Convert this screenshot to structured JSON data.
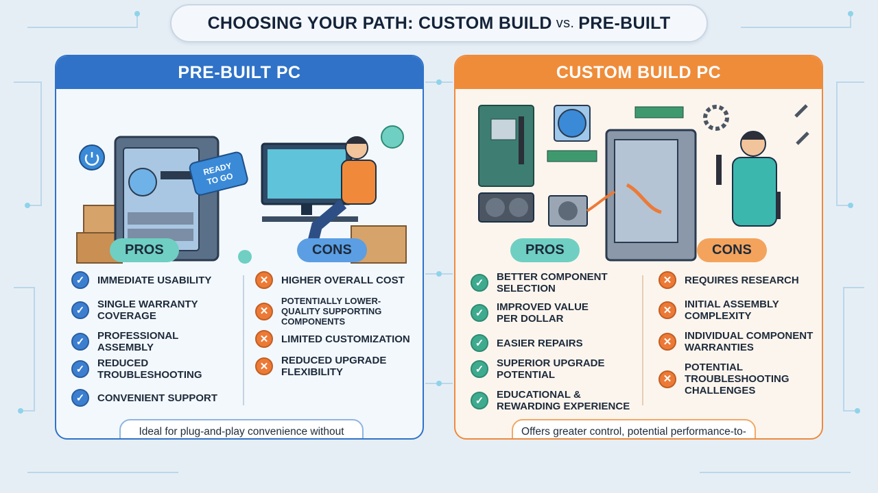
{
  "title": {
    "main": "CHOOSING YOUR PATH: CUSTOM BUILD",
    "vs": "vs.",
    "tail": "PRE-BUILT"
  },
  "colors": {
    "prebuilt_accent": "#2f72c8",
    "custom_accent": "#ef8c3a",
    "pros_tag": "#6fcfc2",
    "check": "#3c7fd0",
    "cross": "#ec7a36"
  },
  "prebuilt": {
    "header": "PRE-BUILT PC",
    "badge": "READY TO GO",
    "pros_label": "PROS",
    "cons_label": "CONS",
    "pros": [
      "IMMEDIATE USABILITY",
      "SINGLE WARRANTY COVERAGE",
      "PROFESSIONAL ASSEMBLY",
      "REDUCED TROUBLESHOOTING",
      "CONVENIENT SUPPORT"
    ],
    "cons": [
      "HIGHER OVERALL COST",
      "POTENTIALLY LOWER-QUALITY SUPPORTING COMPONENTS",
      "LIMITED CUSTOMIZATION",
      "REDUCED UPGRADE FLEXIBILITY"
    ],
    "summary": "Ideal for plug-and-play convenience without technical involvement."
  },
  "custom": {
    "header": "CUSTOM BUILD PC",
    "pros_label": "PROS",
    "cons_label": "CONS",
    "pros": [
      "BETTER COMPONENT SELECTION",
      "IMPROVED VALUE PER DOLLAR",
      "EASIER REPAIRS",
      "SUPERIOR UPGRADE POTENTIAL",
      "EDUCATIONAL & REWARDING EXPERIENCE"
    ],
    "cons": [
      "REQUIRES RESEARCH",
      "INITIAL ASSEMBLY COMPLEXITY",
      "INDIVIDUAL COMPONENT WARRANTIES",
      "POTENTIAL TROUBLESHOOTING CHALLENGES"
    ],
    "summary": "Offers greater control, potential performance-to-price ratio, and learning."
  },
  "icons": {
    "check": "check-icon",
    "cross": "x-icon"
  }
}
